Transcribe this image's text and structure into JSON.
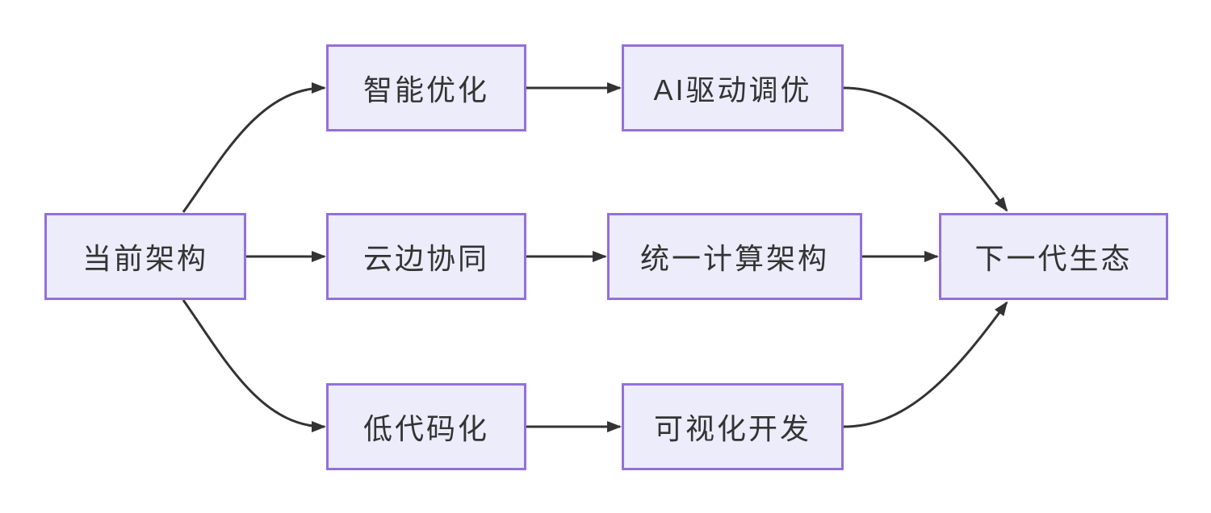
{
  "diagram": {
    "type": "flowchart",
    "direction": "left-to-right",
    "background": "#FFFFFF",
    "colors": {
      "node_fill": "#ECECFB",
      "node_border": "#9370DB",
      "edge": "#333333",
      "text": "#333333"
    },
    "nodes": [
      {
        "id": "current",
        "label": "当前架构"
      },
      {
        "id": "smart-opt",
        "label": "智能优化"
      },
      {
        "id": "ai-tuning",
        "label": "AI驱动调优"
      },
      {
        "id": "cloud-edge",
        "label": "云边协同"
      },
      {
        "id": "unified",
        "label": "统一计算架构"
      },
      {
        "id": "low-code",
        "label": "低代码化"
      },
      {
        "id": "visual-dev",
        "label": "可视化开发"
      },
      {
        "id": "next-gen",
        "label": "下一代生态"
      }
    ],
    "edges": [
      {
        "from": "current",
        "to": "smart-opt"
      },
      {
        "from": "current",
        "to": "cloud-edge"
      },
      {
        "from": "current",
        "to": "low-code"
      },
      {
        "from": "smart-opt",
        "to": "ai-tuning"
      },
      {
        "from": "cloud-edge",
        "to": "unified"
      },
      {
        "from": "low-code",
        "to": "visual-dev"
      },
      {
        "from": "ai-tuning",
        "to": "next-gen"
      },
      {
        "from": "unified",
        "to": "next-gen"
      },
      {
        "from": "visual-dev",
        "to": "next-gen"
      }
    ]
  }
}
